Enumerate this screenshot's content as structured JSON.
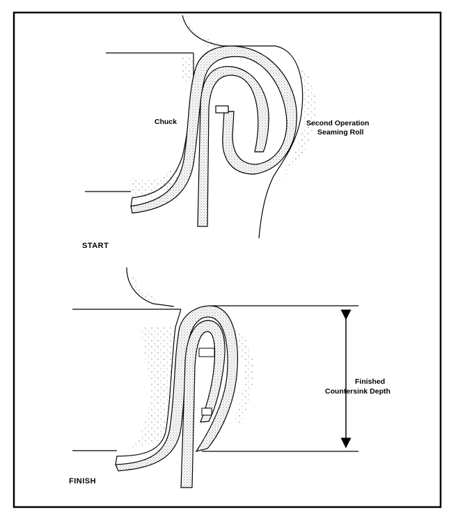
{
  "start_panel": {
    "stage_label": "START",
    "chuck_label": "Chuck",
    "roll_label_line1": "Second Operation",
    "roll_label_line2": "Seaming Roll"
  },
  "finish_panel": {
    "stage_label": "FINISH",
    "depth_label_line1": "Finished",
    "depth_label_line2": "Countersink Depth"
  },
  "colors": {
    "ink": "#000000",
    "background": "#ffffff",
    "stipple": "#9a9a9a"
  }
}
